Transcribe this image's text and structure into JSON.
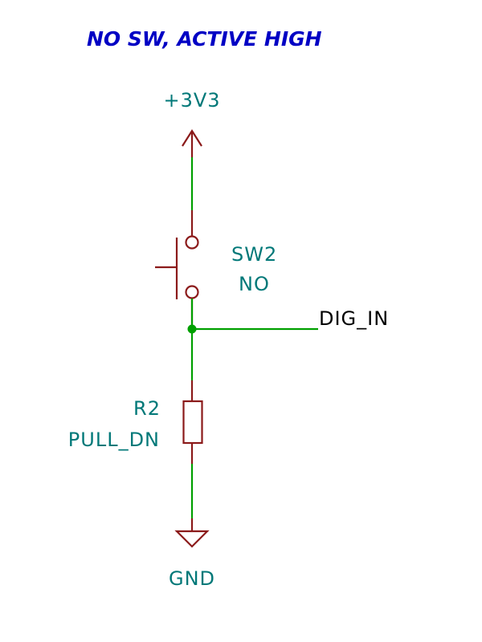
{
  "title": "NO SW, ACTIVE HIGH",
  "power": {
    "label": "+3V3"
  },
  "switch": {
    "ref": "SW2",
    "value": "NO"
  },
  "net": {
    "label": "DIG_IN"
  },
  "resistor": {
    "ref": "R2",
    "value": "PULL_DN"
  },
  "ground": {
    "label": "GND"
  },
  "colors": {
    "title": "#0000c4",
    "wire": "#00a000",
    "symbol": "#8b1a1a",
    "component_text": "#007878",
    "net_text": "#000000",
    "junction": "#00a000",
    "resistor_fill": "#fffbe6"
  }
}
